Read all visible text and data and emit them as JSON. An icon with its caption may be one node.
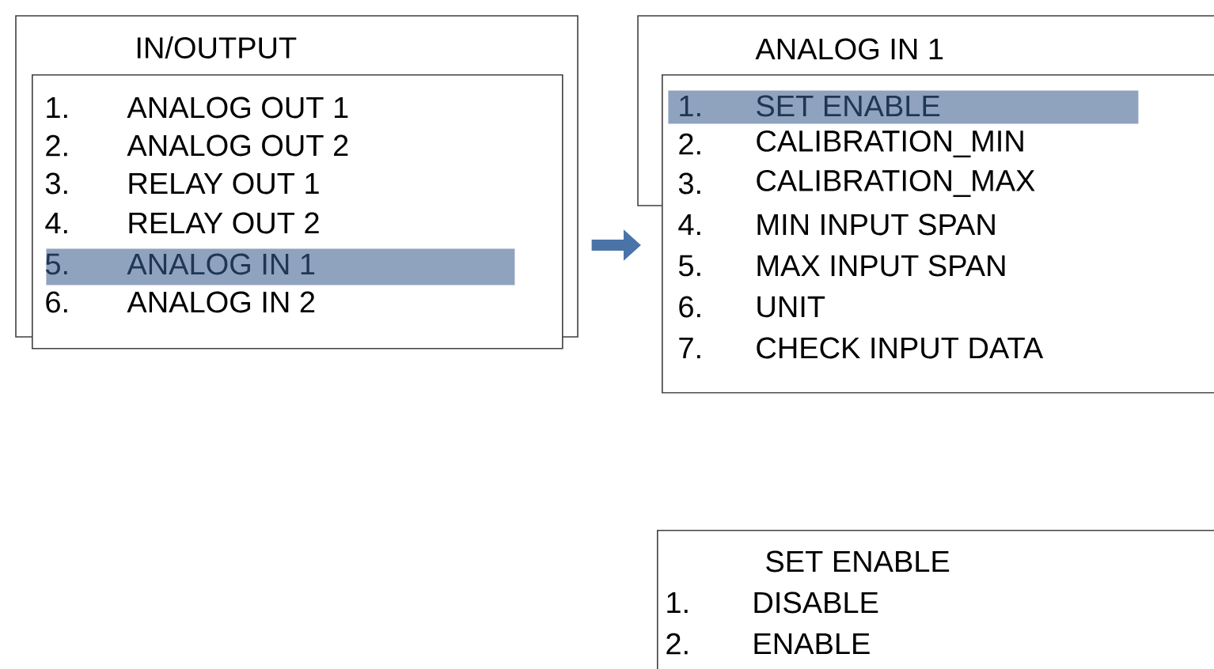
{
  "diagram": {
    "nodes": [
      {
        "text": [
          "IN/OUTPUT"
        ]
      },
      {
        "text": [
          "1.",
          "ANALOG OUT 1",
          "2.",
          "ANALOG OUT 2",
          "3.",
          "RELAY OUT 1",
          "4.",
          "RELAY OUT 2",
          "6.",
          "ANALOG IN 2"
        ]
      },
      {
        "text": [
          "5.",
          "ANALOG IN 1"
        ],
        "in": 1
      },
      {
        "text": [
          "ANALOG IN 1"
        ]
      },
      {
        "text": [
          "2.",
          "CALIBRATION_MIN",
          "3.",
          "CALIBRATION_MAX",
          "4.",
          "MIN INPUT SPAN",
          "5.",
          "MAX INPUT SPAN",
          "6.",
          "UNIT",
          "7.",
          "CHECK INPUT DATA"
        ]
      },
      {
        "text": [
          "1.",
          "SET ENABLE"
        ],
        "in": 4
      },
      {
        "text": [
          "SET ENABLE",
          "1.",
          "DISABLE",
          "2.",
          "ENABLE"
        ]
      }
    ],
    "edges": [
      {
        "from": 1,
        "to": 4,
        "arrow": "to"
      }
    ]
  }
}
